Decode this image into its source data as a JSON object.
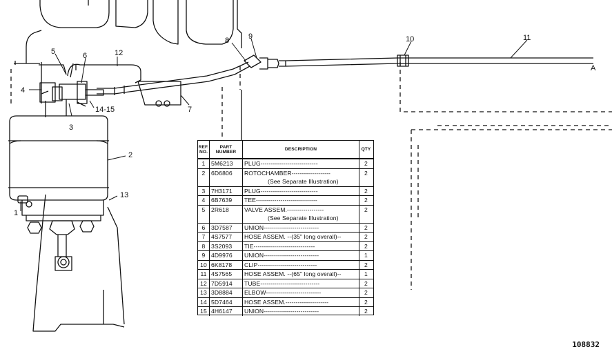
{
  "figure_id": "108832",
  "callouts": [
    "1",
    "2",
    "3",
    "4",
    "5",
    "6",
    "7",
    "8",
    "9",
    "10",
    "11",
    "12",
    "13",
    "14-15",
    "A"
  ],
  "table": {
    "headers": {
      "ref": "REF. NO.",
      "part": "PART NUMBER",
      "desc": "DESCRIPTION",
      "qty": "QTY"
    },
    "rows": [
      {
        "ref": "1",
        "part": "5M6213",
        "desc": [
          "PLUG----------------------------"
        ],
        "qty": "2"
      },
      {
        "ref": "2",
        "part": "6D6806",
        "desc": [
          "ROTOCHAMBER-------------------",
          "(See Separate Illustration)"
        ],
        "qty": "2"
      },
      {
        "ref": "3",
        "part": "7H3171",
        "desc": [
          "PLUG----------------------------"
        ],
        "qty": "2"
      },
      {
        "ref": "4",
        "part": "6B7639",
        "desc": [
          "TEE------------------------------"
        ],
        "qty": "2"
      },
      {
        "ref": "5",
        "part": "2R618",
        "desc": [
          "VALVE ASSEM.------------------",
          "(See Separate Illustration)"
        ],
        "qty": "2"
      },
      {
        "ref": "6",
        "part": "3D7587",
        "desc": [
          "UNION---------------------------"
        ],
        "qty": "2"
      },
      {
        "ref": "7",
        "part": "4S7577",
        "desc": [
          "HOSE ASSEM. --(35\" long overall)--"
        ],
        "qty": "2"
      },
      {
        "ref": "8",
        "part": "3S2093",
        "desc": [
          "TIE------------------------------"
        ],
        "qty": "2"
      },
      {
        "ref": "9",
        "part": "4D9976",
        "desc": [
          "UNION---------------------------"
        ],
        "qty": "1"
      },
      {
        "ref": "10",
        "part": "6K8178",
        "desc": [
          "CLIP-----------------------------"
        ],
        "qty": "2"
      },
      {
        "ref": "11",
        "part": "4S7565",
        "desc": [
          "HOSE ASSEM. --(65\" long overall)--"
        ],
        "qty": "1"
      },
      {
        "ref": "12",
        "part": "7D5914",
        "desc": [
          "TUBE-----------------------------"
        ],
        "qty": "2"
      },
      {
        "ref": "13",
        "part": "3D8884",
        "desc": [
          "ELBOW---------------------------"
        ],
        "qty": "2"
      },
      {
        "ref": "14",
        "part": "5D7464",
        "desc": [
          "HOSE ASSEM.---------------------"
        ],
        "qty": "2"
      },
      {
        "ref": "15",
        "part": "4H6147",
        "desc": [
          "UNION---------------------------"
        ],
        "qty": "2"
      }
    ]
  }
}
